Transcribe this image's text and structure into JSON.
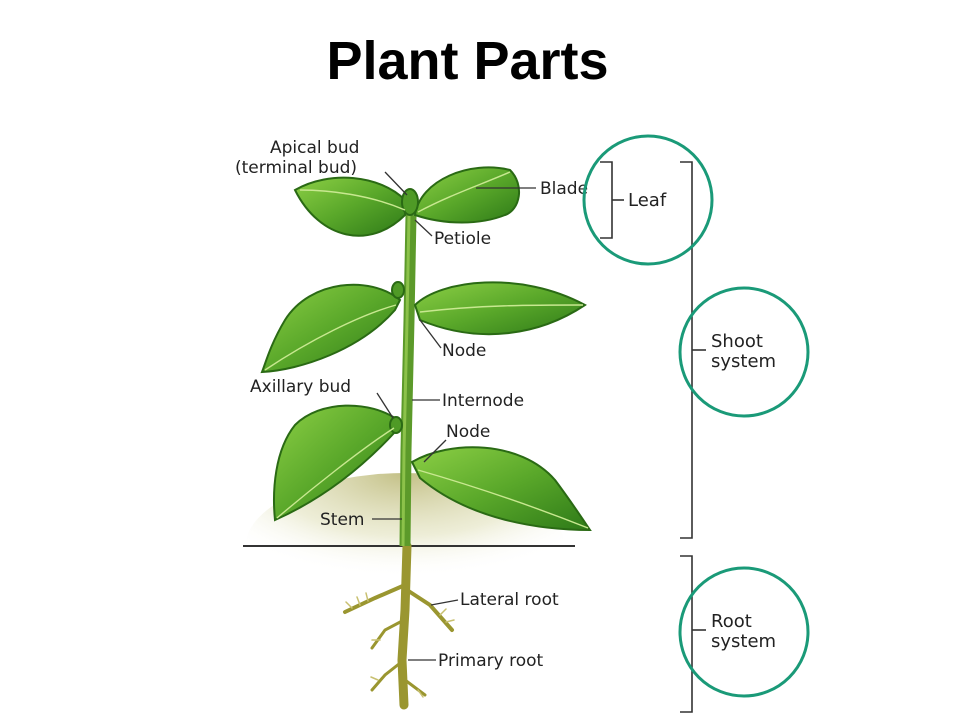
{
  "title": "Plant Parts",
  "labels": {
    "apical_bud": "Apical bud",
    "terminal_bud": "(terminal bud)",
    "blade": "Blade",
    "petiole": "Petiole",
    "node_upper": "Node",
    "axillary_bud": "Axillary bud",
    "internode": "Internode",
    "node_lower": "Node",
    "stem": "Stem",
    "lateral_root": "Lateral root",
    "primary_root": "Primary root"
  },
  "systems": {
    "leaf": "Leaf",
    "shoot_line1": "Shoot",
    "shoot_line2": "system",
    "root_line1": "Root",
    "root_line2": "system"
  },
  "colors": {
    "leaf_dark": "#2f7d1a",
    "leaf_light": "#7cc23a",
    "highlight_circle": "#1a9a78",
    "root": "#a8a040",
    "soil": "#d8d8a8"
  }
}
